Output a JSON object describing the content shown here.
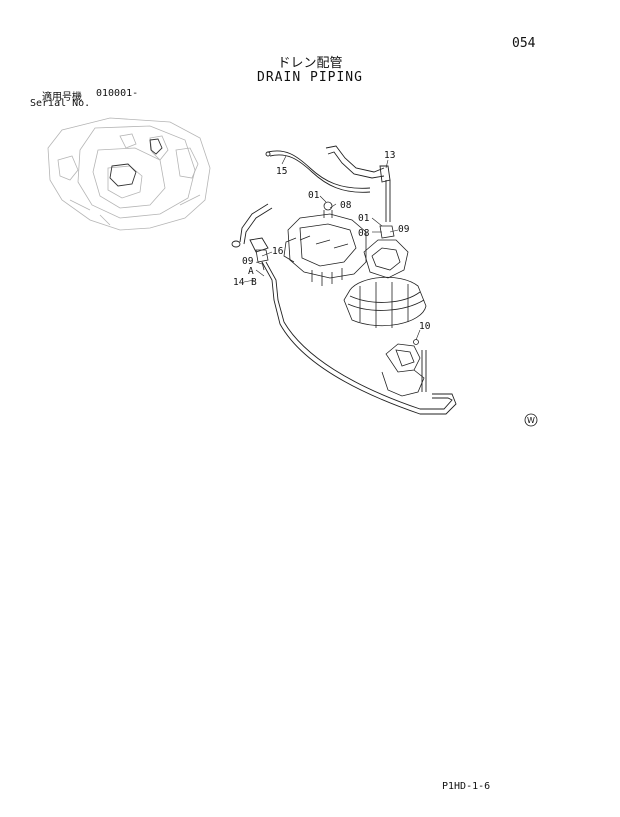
{
  "page": {
    "number": "054",
    "title_ja": "ドレン配管",
    "title_en": "DRAIN PIPING",
    "serial_label_ja": "適用号機",
    "serial_label_en": "Serial No.",
    "serial_value": "010001-",
    "footer_code": "P1HD-1-6"
  },
  "diagram": {
    "callouts": [
      "13",
      "15",
      "01",
      "08",
      "01",
      "08",
      "09",
      "16",
      "09",
      "A",
      "B",
      "14",
      "10"
    ],
    "watermark": "W"
  }
}
